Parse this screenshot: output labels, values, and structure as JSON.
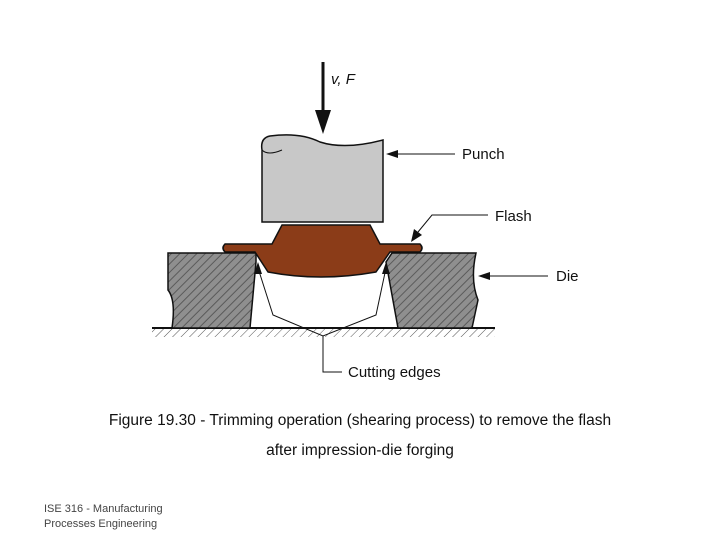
{
  "labels": {
    "motion": "v, F",
    "punch": "Punch",
    "flash": "Flash",
    "die": "Die",
    "cutting_edges": "Cutting edges"
  },
  "caption": {
    "line1": "Figure 19.30 ‑ Trimming operation (shearing process) to remove the flash",
    "line2": "after impression‑die forging"
  },
  "footer": {
    "line1": "ISE 316 ‑ Manufacturing",
    "line2": "Processes Engineering"
  },
  "colors": {
    "punch": "#c8c8c8",
    "workpart": "#8b3c18",
    "die": "#8a8a8a",
    "line": "#111111"
  }
}
